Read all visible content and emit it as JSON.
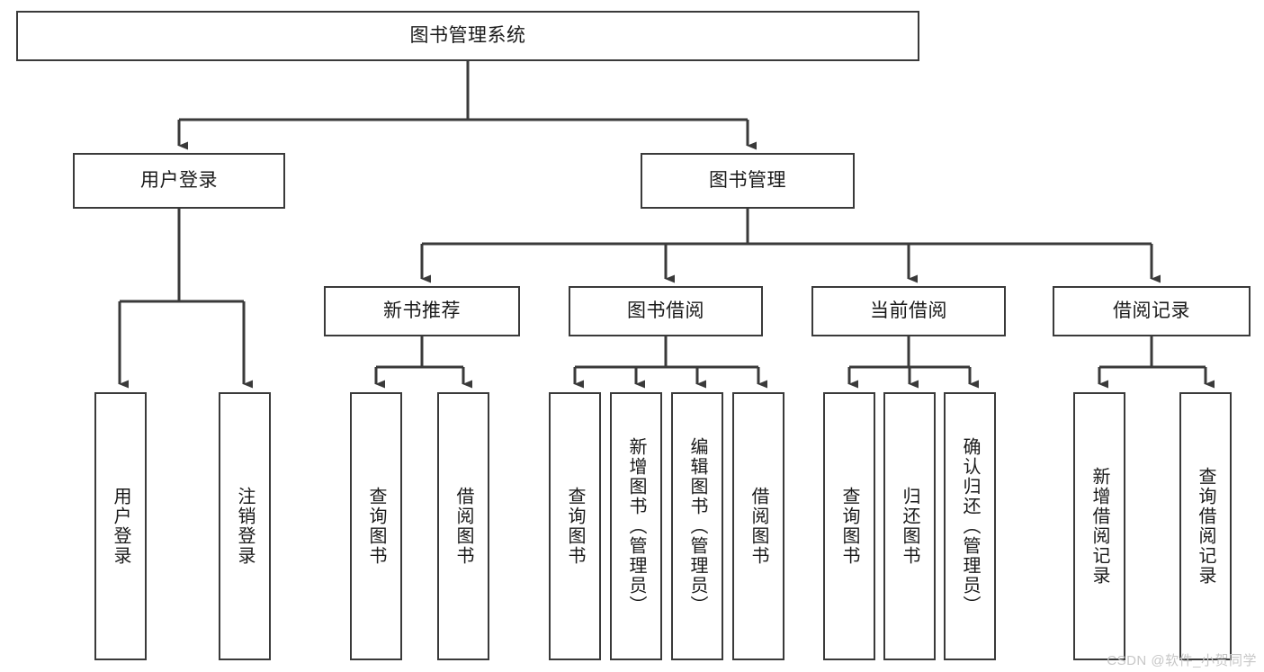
{
  "diagram": {
    "title": "图书管理系统",
    "type": "tree-hierarchy-diagram",
    "stroke_color": "#3a3a3a",
    "fill_color": "#ffffff",
    "text_color": "#1a1a1a",
    "root": {
      "label": "图书管理系统"
    },
    "level2": [
      {
        "label": "用户登录"
      },
      {
        "label": "图书管理"
      }
    ],
    "level3": [
      {
        "label": "新书推荐"
      },
      {
        "label": "图书借阅"
      },
      {
        "label": "当前借阅"
      },
      {
        "label": "借阅记录"
      }
    ],
    "leaves": {
      "user_login": [
        {
          "label": "用户登录"
        },
        {
          "label": "注销登录"
        }
      ],
      "new_book_recommend": [
        {
          "label": "查询图书"
        },
        {
          "label": "借阅图书"
        }
      ],
      "book_borrow": [
        {
          "label": "查询图书"
        },
        {
          "label": "新增图书（管理员）"
        },
        {
          "label": "编辑图书（管理员）"
        },
        {
          "label": "借阅图书"
        }
      ],
      "current_borrow": [
        {
          "label": "查询图书"
        },
        {
          "label": "归还图书"
        },
        {
          "label": "确认归还（管理员）"
        }
      ],
      "borrow_record": [
        {
          "label": "新增借阅记录"
        },
        {
          "label": "查询借阅记录"
        }
      ]
    }
  },
  "watermark": {
    "text": "CSDN @软件_小贺同学",
    "color": "#c7c7c7"
  }
}
